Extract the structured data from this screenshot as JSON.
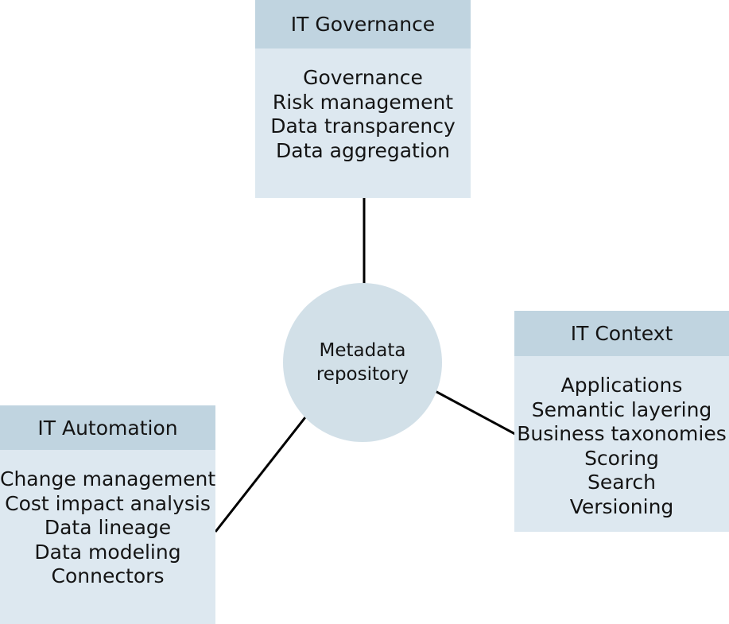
{
  "diagram": {
    "title": "Metadata repository hub-and-spoke diagram",
    "colors": {
      "header_fill": "#c0d4e0",
      "body_fill": "#dde8f0",
      "circle_fill": "#d2e0e8",
      "connector_stroke": "#000000",
      "text": "#141414",
      "background": "#ffffff"
    },
    "center": {
      "label_line1": "Metadata",
      "label_line2": "repository"
    },
    "nodes": [
      {
        "id": "governance",
        "header": "IT Governance",
        "items": [
          "Governance",
          "Risk management",
          "Data transparency",
          "Data aggregation"
        ]
      },
      {
        "id": "context",
        "header": "IT Context",
        "items": [
          "Applications",
          "Semantic layering",
          "Business taxonomies",
          "Scoring",
          "Search",
          "Versioning"
        ]
      },
      {
        "id": "automation",
        "header": "IT Automation",
        "items": [
          "Change management",
          "Cost impact analysis",
          "Data lineage",
          "Data modeling",
          "Connectors"
        ]
      }
    ],
    "connectors": [
      {
        "id": "governance-to-center",
        "from": "IT Governance",
        "to": "Metadata repository"
      },
      {
        "id": "context-to-center",
        "from": "IT Context",
        "to": "Metadata repository"
      },
      {
        "id": "automation-to-center",
        "from": "IT Automation",
        "to": "Metadata repository"
      }
    ]
  }
}
